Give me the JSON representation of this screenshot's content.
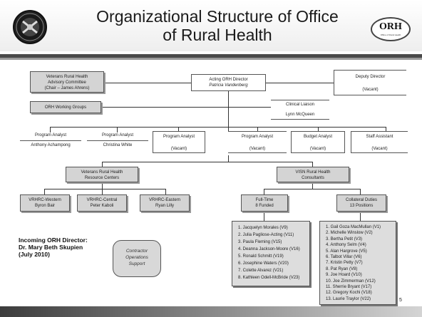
{
  "title": "Organizational Structure of Office\nof Rural Health",
  "logo_text": "ORH",
  "logo_subtext": "Office of Rural Health",
  "advisory": {
    "line1": "Veterans Rural Health",
    "line2": "Advisory Committee",
    "line3": "(Chair – James Ahrens)"
  },
  "director": {
    "title": "Acting ORH Director",
    "name": "Patricia Vandenberg"
  },
  "deputy": {
    "title": "Deputy Director",
    "name": "(Vacant)"
  },
  "working_groups": "ORH Working Groups",
  "clinical_liaison": {
    "title": "Clinical Liaison",
    "name": "Lynn McQueen"
  },
  "staff": [
    {
      "title": "Program Analyst",
      "name": "Anthony Achampong"
    },
    {
      "title": "Program Analyst",
      "name": "Christina White"
    },
    {
      "title": "Program Analyst",
      "name": "(Vacant)"
    },
    {
      "title": "Program Analyst",
      "name": "(Vacant)"
    },
    {
      "title": "Budget Analyst",
      "name": "(Vacant)"
    },
    {
      "title": "Staff Assistant",
      "name": "(Vacant)"
    }
  ],
  "resource_centers": {
    "line1": "Veterans Rural Health",
    "line2": "Resource Centers"
  },
  "vrhrc": [
    {
      "title": "VRHRC-Western",
      "name": "Byron Bair"
    },
    {
      "title": "VRHRC-Central",
      "name": "Peter Kaboli"
    },
    {
      "title": "VRHRC-Eastern",
      "name": "Ryan Lilly"
    }
  ],
  "visn": {
    "line1": "VISN Rural Health",
    "line2": "Consultants"
  },
  "full_time": {
    "line1": "Full-Time",
    "line2": "8 Funded"
  },
  "collateral": {
    "line1": "Collateral Duties",
    "line2": "13 Positions"
  },
  "full_time_list": [
    "1. Jacquelyn Morales (V9)",
    "2. Julia Pagliose-Acting (V11)",
    "3. Paula Fleming (V15)",
    "4. Deanna Jackson-Moore (V16)",
    "5. Ronald Schmitt (V19)",
    "6. Josephine Waters (V20)",
    "7. Colette Alvarez (V21)",
    "8. Kathleen Odell-McBride (V23)"
  ],
  "collateral_list": [
    "1.    Gail Goza MacMullan (V1)",
    "2.    Michelle Winslow (V2)",
    "3.    Bertha Petit (V3)",
    "4.    Anthony Selm (V4)",
    "5.    Alan Hargrove (V5)",
    "6.    Talbot Villar (V6)",
    "7.    Kristin Petty (V7)",
    "8.    Pat Ryan (V8)",
    "9.    Joe Hoard (V10)",
    "10.  Joe Zimmerman (V12)",
    "11.  Sherrie Bryant (V17)",
    "12.  Gregory Kochi (V18)",
    "13.  Laurie Traylor (V22)"
  ],
  "incoming": "Incoming ORH Director:\nDr. Mary Beth Skupien\n(July 2010)",
  "contractor": "Contractor\nOperations\nSupport",
  "page_number": "5"
}
